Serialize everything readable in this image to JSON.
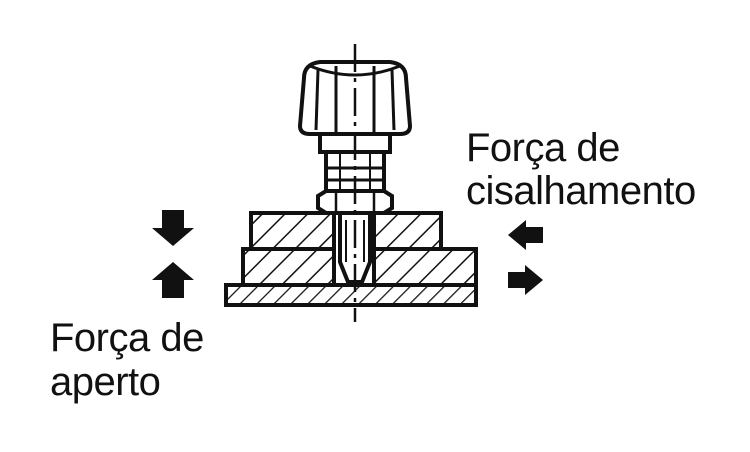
{
  "labels": {
    "shear_force_line1": "Força de",
    "shear_force_line2": "cisalhamento",
    "clamping_force_line1": "Força de",
    "clamping_force_line2": "aperto"
  },
  "colors": {
    "ink": "#111111",
    "background": "#ffffff"
  }
}
